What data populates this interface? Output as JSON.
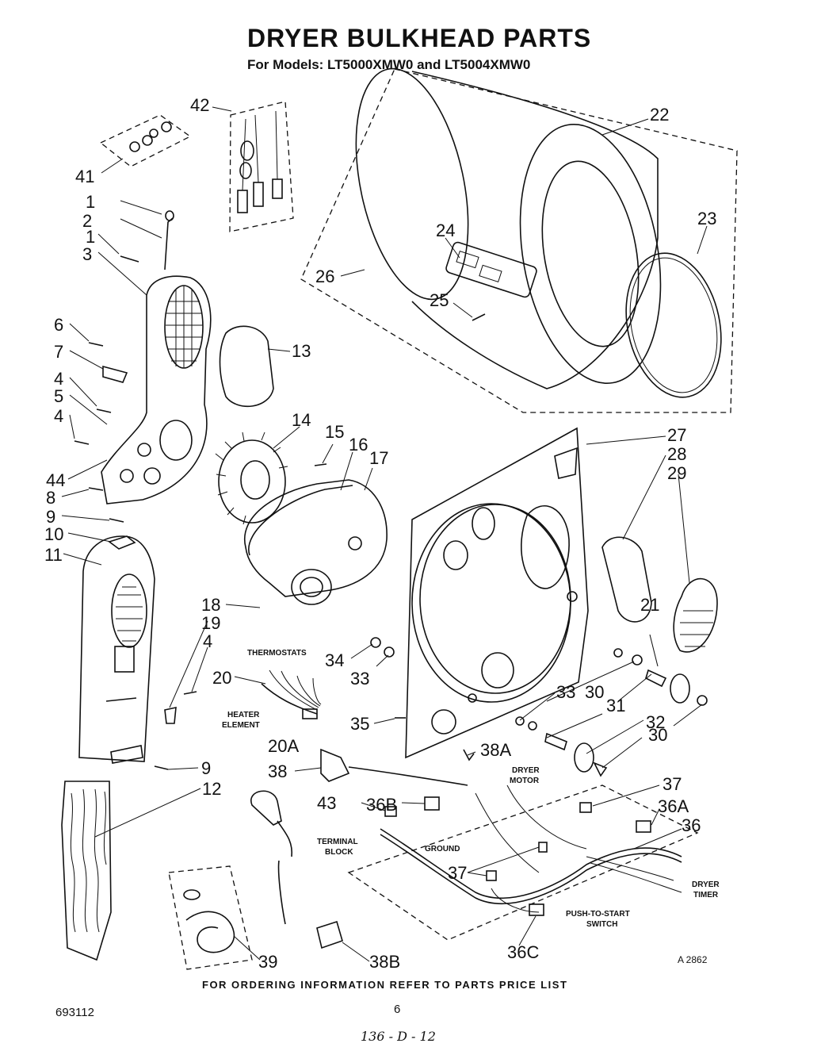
{
  "header": {
    "title": "DRYER BULKHEAD PARTS",
    "subtitle": "For Models: LT5000XMW0 and LT5004XMW0"
  },
  "callouts": {
    "c1a": "1",
    "c2": "2",
    "c1b": "1",
    "c3": "3",
    "c6": "6",
    "c7": "7",
    "c4a": "4",
    "c5": "5",
    "c4b": "4",
    "c44": "44",
    "c8": "8",
    "c9a": "9",
    "c10": "10",
    "c11": "11",
    "c12": "12",
    "c13": "13",
    "c14": "14",
    "c15": "15",
    "c16": "16",
    "c17": "17",
    "c18": "18",
    "c19": "19",
    "c4c": "4",
    "c20": "20",
    "c20a": "20A",
    "c21": "21",
    "c22": "22",
    "c23": "23",
    "c24": "24",
    "c25": "25",
    "c26": "26",
    "c27": "27",
    "c28": "28",
    "c29": "29",
    "c30a": "30",
    "c30b": "30",
    "c31": "31",
    "c32": "32",
    "c33a": "33",
    "c33b": "33",
    "c34": "34",
    "c35": "35",
    "c36": "36",
    "c36a": "36A",
    "c36b": "36B",
    "c36c": "36C",
    "c37a": "37",
    "c37b": "37",
    "c38": "38",
    "c38a": "38A",
    "c38b": "38B",
    "c39": "39",
    "c41": "41",
    "c42": "42",
    "c43": "43",
    "c9b": "9"
  },
  "labels": {
    "thermostats": "THERMOSTATS",
    "heater1": "HEATER",
    "heater2": "ELEMENT",
    "terminal1": "TERMINAL",
    "terminal2": "BLOCK",
    "ground": "GROUND",
    "motor1": "DRYER",
    "motor2": "MOTOR",
    "timer1": "DRYER",
    "timer2": "TIMER",
    "push1": "PUSH-TO-START",
    "push2": "SWITCH"
  },
  "footer": {
    "note": "FOR ORDERING INFORMATION REFER TO PARTS PRICE LIST",
    "doc_number": "693112",
    "page_number": "6",
    "handwritten": "136 - D - 12",
    "figure_ref": "A 2862"
  }
}
